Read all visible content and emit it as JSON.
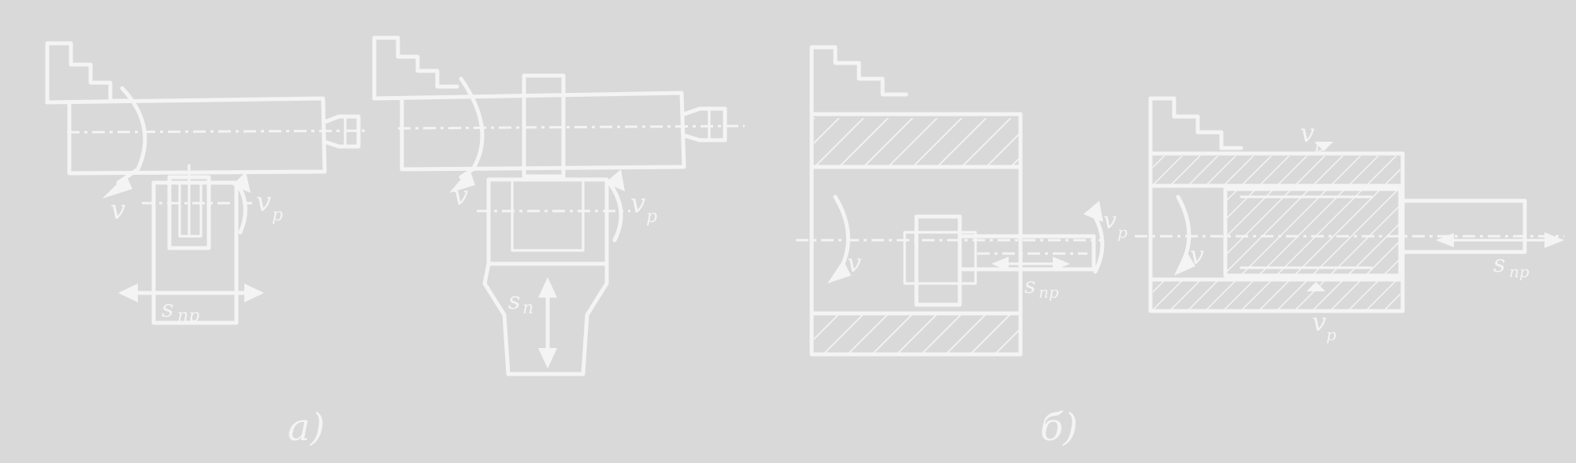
{
  "captions": {
    "a": "а)",
    "b": "б)"
  },
  "labels": {
    "v": "v",
    "vp": "v",
    "vp_sub": "р",
    "snp": "s",
    "snp_sub": "пр",
    "sn": "s",
    "sn_sub": "п"
  },
  "colors": {
    "background": "#d9d9d9",
    "lines": "#f4f4f4"
  }
}
